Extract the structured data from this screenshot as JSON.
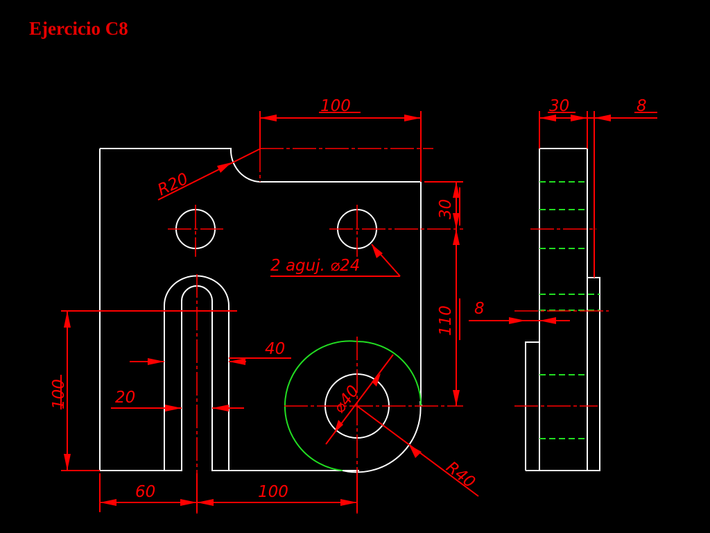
{
  "title": "Ejercicio C8",
  "dimensions": {
    "top_width": "100",
    "fillet_radius": "R20",
    "holes_note": "2 aguj. ⌀24",
    "hole_offset": "30",
    "hole_to_bottom": "110",
    "slot_outer": "40",
    "slot_inner": "20",
    "slot_height": "100",
    "left_offset": "60",
    "to_boss_center": "100",
    "boss_inner_dia": "⌀40",
    "boss_outer_radius": "R40",
    "side_width": "30",
    "side_step": "8",
    "side_step_left": "8"
  },
  "colors": {
    "background": "#000000",
    "outline": "#ffffff",
    "dimension": "#ff0000",
    "hidden_and_boss": "#22dd22"
  }
}
